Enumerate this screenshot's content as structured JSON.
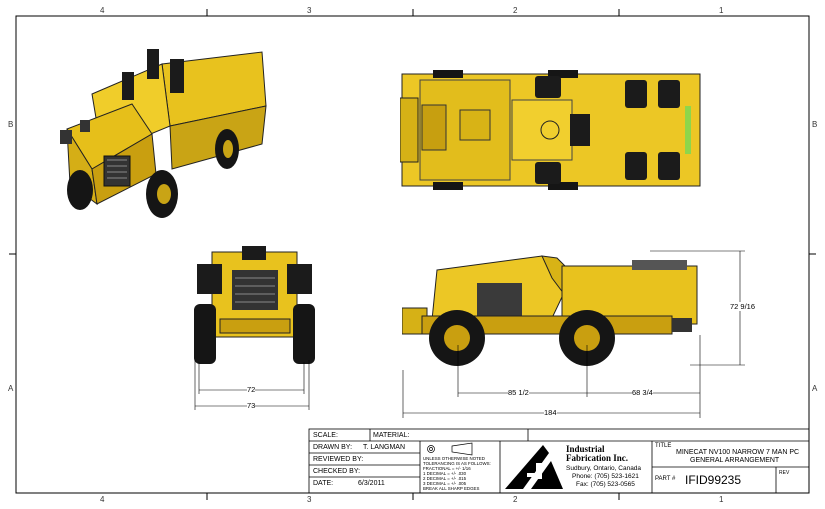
{
  "zones": {
    "top": [
      "4",
      "3",
      "2",
      "1"
    ],
    "bottom": [
      "4",
      "3",
      "2",
      "1"
    ],
    "left": [
      "B",
      "A"
    ],
    "right": [
      "B",
      "A"
    ]
  },
  "dimensions": {
    "front_width_a": "72",
    "front_width_b": "73",
    "side_front": "85 1/2",
    "side_rear": "68 3/4",
    "side_total": "184",
    "side_height": "72 9/16"
  },
  "title_block": {
    "scale_label": "SCALE:",
    "material_label": "MATERIAL:",
    "drawn_label": "DRAWN BY:",
    "drawn_value": "T. LANGMAN",
    "reviewed_label": "REVIEWED BY:",
    "checked_label": "CHECKED BY:",
    "date_label": "DATE:",
    "date_value": "6/3/2011",
    "tolerance_lines": [
      "UNLESS OTHERWISE NOTED",
      "TOLERANCING IS AS FOLLOWS:",
      "FRACTIONAL = +/- 1/16",
      "1 DECIMAL = +/- .030",
      "2 DECIMAL = +/- .015",
      "3 DECIMAL = +/- .005",
      "BREAK ALL SHARP EDGES"
    ],
    "company_name_1": "Industrial",
    "company_name_2": "Fabrication Inc.",
    "company_city": "Sudbury, Ontario, Canada",
    "company_phone": "Phone: (705) 523-1621",
    "company_fax": "Fax: (705) 523-0565",
    "title_label": "TITLE",
    "title_line1": "MINECAT NV100 NARROW 7 MAN PC",
    "title_line2": "GENERAL ARRANGEMENT",
    "part_label": "PART #",
    "part_value": "IFID99235",
    "rev_label": "REV"
  }
}
